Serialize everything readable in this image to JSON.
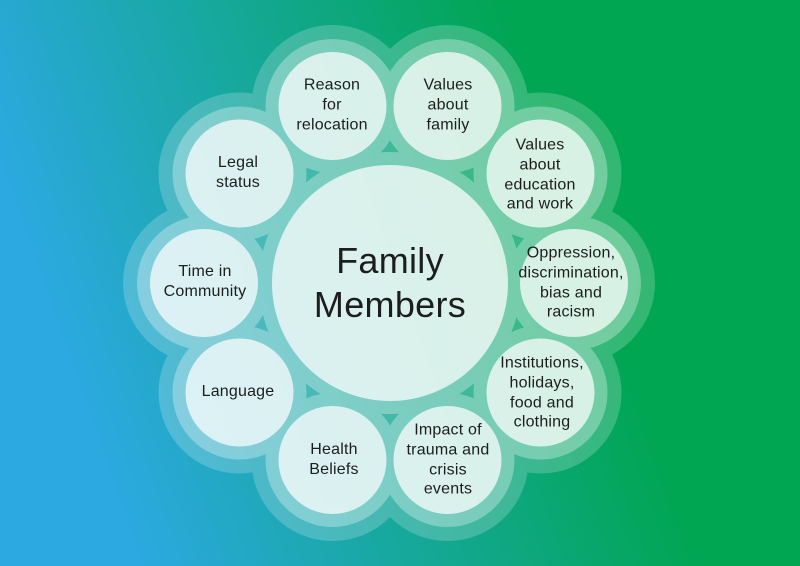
{
  "background": {
    "gradient_left_color": "#2BA9E0",
    "gradient_right_color": "#00A651"
  },
  "diagram": {
    "type": "circle-cluster",
    "title": "Family Members",
    "colors": {
      "circle_fill": "#FFFFFF",
      "halo_fill": "#FFFFFF",
      "text": "#1D1D1D"
    },
    "center": {
      "label": "Family\nMembers"
    },
    "satellites": [
      {
        "id": "reason-for-relocation",
        "label": "Reason\nfor\nrelocation"
      },
      {
        "id": "values-about-family",
        "label": "Values\nabout\nfamily"
      },
      {
        "id": "values-about-education-and-work",
        "label": "Values\nabout\neducation\nand work"
      },
      {
        "id": "oppression-discrimination-bias-racism",
        "label": "Oppression,\ndiscrimination,\nbias and\nracism"
      },
      {
        "id": "institutions-holidays-food-clothing",
        "label": "Institutions,\nholidays,\nfood and\nclothing"
      },
      {
        "id": "impact-of-trauma-and-crisis-events",
        "label": "Impact of\ntrauma and\ncrisis\nevents"
      },
      {
        "id": "health-beliefs",
        "label": "Health\nBeliefs"
      },
      {
        "id": "language",
        "label": "Language"
      },
      {
        "id": "time-in-community",
        "label": "Time in\nCommunity"
      },
      {
        "id": "legal-status",
        "label": "Legal\nstatus"
      }
    ]
  }
}
